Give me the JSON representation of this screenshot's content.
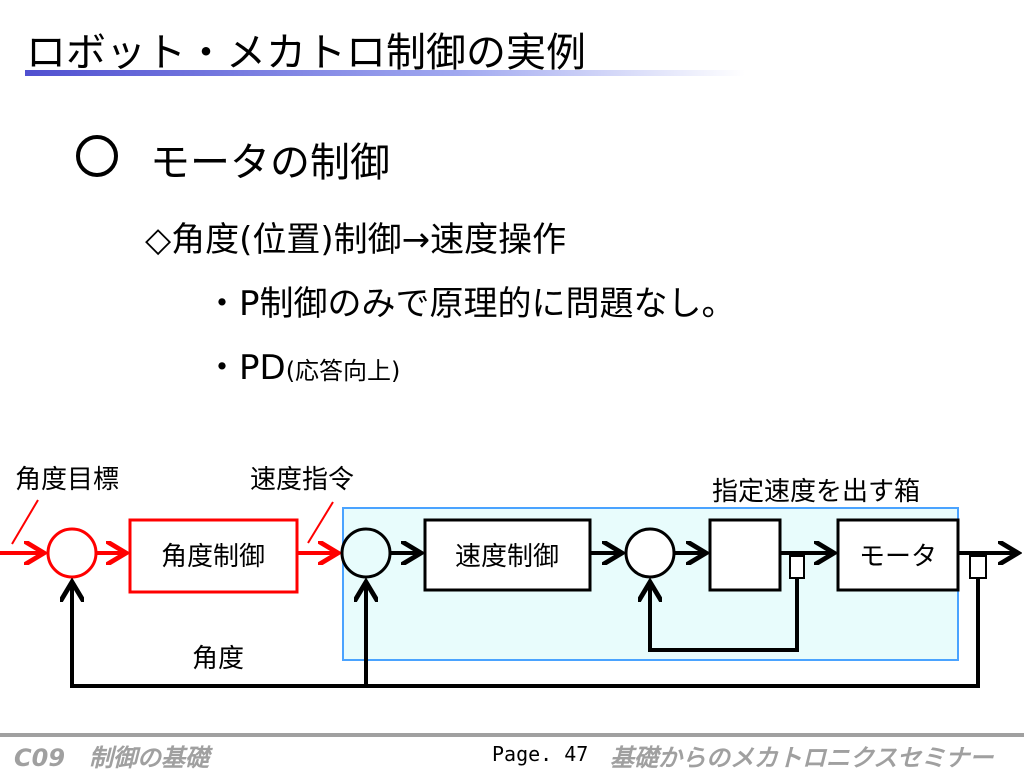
{
  "title": "ロボット・メカトロ制御の実例",
  "heading": "モータの制御",
  "sub_heading": "◇角度(位置)制御→速度操作",
  "bullets": [
    {
      "text": "・P制御のみで原理的に問題なし。"
    },
    {
      "text": "・PD",
      "note": "(応答向上)"
    }
  ],
  "diagram": {
    "label_angle_target": "角度目標",
    "label_speed_command": "速度指令",
    "label_speed_box": "指定速度を出す箱",
    "block_angle_control": "角度制御",
    "block_speed_control": "速度制御",
    "block_motor": "モータ",
    "label_angle": "角度",
    "colors": {
      "red": "#ff0000",
      "box_fill": "#e8fcfc",
      "box_border": "#4aa3ff"
    }
  },
  "footer": {
    "left": "C09　制御の基礎",
    "page": "Page. 47",
    "right": "基礎からのメカトロニクスセミナー"
  }
}
